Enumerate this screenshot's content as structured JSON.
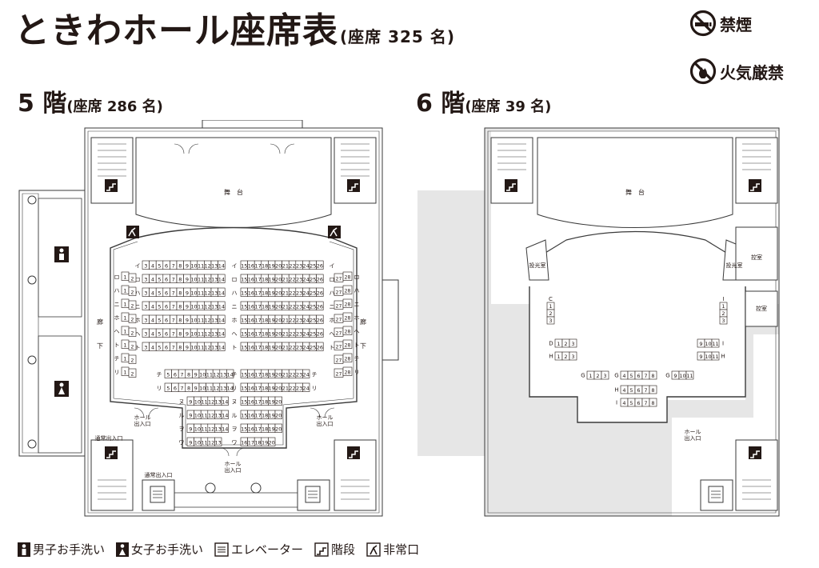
{
  "header": {
    "title": "ときわホール座席表",
    "capacity": "(座席 325 名)"
  },
  "notices": [
    {
      "icon": "no-smoking-icon",
      "label": "禁煙"
    },
    {
      "icon": "no-fire-icon",
      "label": "火気厳禁"
    }
  ],
  "floors": [
    {
      "id": "5f",
      "name": "5 階",
      "capacity": "(座席 286 名)"
    },
    {
      "id": "6f",
      "name": "6 階",
      "capacity": "(座席 39 名)"
    }
  ],
  "floor5": {
    "stage": "舞　台",
    "corridor_left": "廊\n\n下",
    "corridor_right": "廊\n\n下",
    "hall_entrance": "ホール\n出入口",
    "normal_entrance": "通常出入口",
    "rows_main": [
      {
        "label": "イ",
        "left": [
          "3",
          "4",
          "5",
          "6",
          "7",
          "8",
          "9",
          "10",
          "11",
          "12",
          "13",
          "14"
        ],
        "right": [
          "15",
          "16",
          "17",
          "18",
          "19",
          "20",
          "21",
          "22",
          "23",
          "24",
          "25",
          "26"
        ]
      },
      {
        "label": "ロ",
        "left": [
          "3",
          "4",
          "5",
          "6",
          "7",
          "8",
          "9",
          "10",
          "11",
          "12",
          "13",
          "14"
        ],
        "right": [
          "15",
          "16",
          "17",
          "18",
          "19",
          "20",
          "21",
          "22",
          "23",
          "24",
          "25",
          "26"
        ]
      },
      {
        "label": "ハ",
        "left": [
          "3",
          "4",
          "5",
          "6",
          "7",
          "8",
          "9",
          "10",
          "11",
          "12",
          "13",
          "14"
        ],
        "right": [
          "15",
          "16",
          "17",
          "18",
          "19",
          "20",
          "21",
          "22",
          "23",
          "24",
          "25",
          "26"
        ]
      },
      {
        "label": "ニ",
        "left": [
          "3",
          "4",
          "5",
          "6",
          "7",
          "8",
          "9",
          "10",
          "11",
          "12",
          "13",
          "14"
        ],
        "right": [
          "15",
          "16",
          "17",
          "18",
          "19",
          "20",
          "21",
          "22",
          "23",
          "24",
          "25",
          "26"
        ]
      },
      {
        "label": "ホ",
        "left": [
          "3",
          "4",
          "5",
          "6",
          "7",
          "8",
          "9",
          "10",
          "11",
          "12",
          "13",
          "14"
        ],
        "right": [
          "15",
          "16",
          "17",
          "18",
          "19",
          "20",
          "21",
          "22",
          "23",
          "24",
          "25",
          "26"
        ]
      },
      {
        "label": "ヘ",
        "left": [
          "3",
          "4",
          "5",
          "6",
          "7",
          "8",
          "9",
          "10",
          "11",
          "12",
          "13",
          "14"
        ],
        "right": [
          "15",
          "16",
          "17",
          "18",
          "19",
          "20",
          "21",
          "22",
          "23",
          "24",
          "25",
          "26"
        ]
      },
      {
        "label": "ト",
        "left": [
          "3",
          "4",
          "5",
          "6",
          "7",
          "8",
          "9",
          "10",
          "11",
          "12",
          "13",
          "14"
        ],
        "right": [
          "15",
          "16",
          "17",
          "18",
          "19",
          "20",
          "21",
          "22",
          "23",
          "24",
          "25",
          "26"
        ]
      }
    ],
    "rows_side_left": [
      "ロ",
      "ハ",
      "ニ",
      "ホ",
      "ヘ",
      "ト",
      "チ",
      "リ"
    ],
    "rows_side_right": [
      "ロ",
      "ハ",
      "ニ",
      "ホ",
      "ヘ",
      "ト",
      "チ",
      "リ"
    ],
    "side_left_seats": [
      "1",
      "2"
    ],
    "side_right_seats": [
      "27",
      "28"
    ],
    "rows_rear": [
      {
        "label": "チ",
        "left": [
          "5",
          "6",
          "7",
          "8",
          "9",
          "10",
          "11",
          "12",
          "13",
          "14"
        ],
        "right": [
          "15",
          "16",
          "17",
          "18",
          "19",
          "20",
          "21",
          "22",
          "23",
          "24"
        ]
      },
      {
        "label": "リ",
        "left": [
          "5",
          "6",
          "7",
          "8",
          "9",
          "10",
          "11",
          "12",
          "13",
          "14"
        ],
        "right": [
          "15",
          "16",
          "17",
          "18",
          "19",
          "20",
          "21",
          "22",
          "23",
          "24"
        ]
      },
      {
        "label": "ヌ",
        "left": [
          "9",
          "10",
          "11",
          "12",
          "13",
          "14"
        ],
        "right": [
          "15",
          "16",
          "17",
          "18",
          "19",
          "20"
        ]
      },
      {
        "label": "ル",
        "left": [
          "9",
          "10",
          "11",
          "12",
          "13",
          "14"
        ],
        "right": [
          "15",
          "16",
          "17",
          "18",
          "19",
          "20"
        ]
      },
      {
        "label": "ヲ",
        "left": [
          "9",
          "10",
          "11",
          "12",
          "13",
          "14"
        ],
        "right": [
          "15",
          "16",
          "17",
          "18",
          "19",
          "20"
        ]
      },
      {
        "label": "ワ",
        "left": [
          "9",
          "10",
          "11",
          "12",
          "13"
        ],
        "right": [
          "16",
          "17",
          "18",
          "19",
          "20"
        ]
      }
    ]
  },
  "floor6": {
    "stage": "舞　台",
    "booth_left": "投光室",
    "booth_right": "投光室",
    "control_room": "控室",
    "waiting_room": "控室",
    "hall_entrance": "ホール\n出入口",
    "col_c": {
      "label": "C",
      "seats": [
        "1",
        "2",
        "3"
      ]
    },
    "col_i": {
      "label": "I",
      "seats": [
        "1",
        "2",
        "3"
      ]
    },
    "row_d": {
      "label": "D",
      "seats": [
        "1",
        "2",
        "3"
      ]
    },
    "row_h_left": {
      "label": "H",
      "seats": [
        "1",
        "2",
        "3"
      ]
    },
    "row_9i": {
      "label": "I",
      "seats": [
        "9",
        "10",
        "11"
      ]
    },
    "row_9h": {
      "label": "H",
      "seats": [
        "9",
        "10",
        "11"
      ]
    },
    "row_g1": {
      "label": "G",
      "seats": [
        "1",
        "2",
        "3"
      ]
    },
    "row_g4": {
      "label": "G",
      "seats": [
        "4",
        "5",
        "6",
        "7",
        "8"
      ]
    },
    "row_g9": {
      "label": "G",
      "seats": [
        "9",
        "10",
        "11"
      ]
    },
    "row_h4": {
      "label": "H",
      "seats": [
        "4",
        "5",
        "6",
        "7",
        "8"
      ]
    },
    "row_i4": {
      "label": "I",
      "seats": [
        "4",
        "5",
        "6",
        "7",
        "8"
      ]
    }
  },
  "legend": [
    {
      "icon": "male-restroom-icon",
      "label": "男子お手洗い"
    },
    {
      "icon": "female-restroom-icon",
      "label": "女子お手洗い"
    },
    {
      "icon": "elevator-icon",
      "label": "エレベーター"
    },
    {
      "icon": "stairs-icon",
      "label": "階段"
    },
    {
      "icon": "emergency-exit-icon",
      "label": "非常口"
    }
  ],
  "colors": {
    "ink": "#231815",
    "shade": "#e6e6e6",
    "line": "#3a3a3a"
  }
}
